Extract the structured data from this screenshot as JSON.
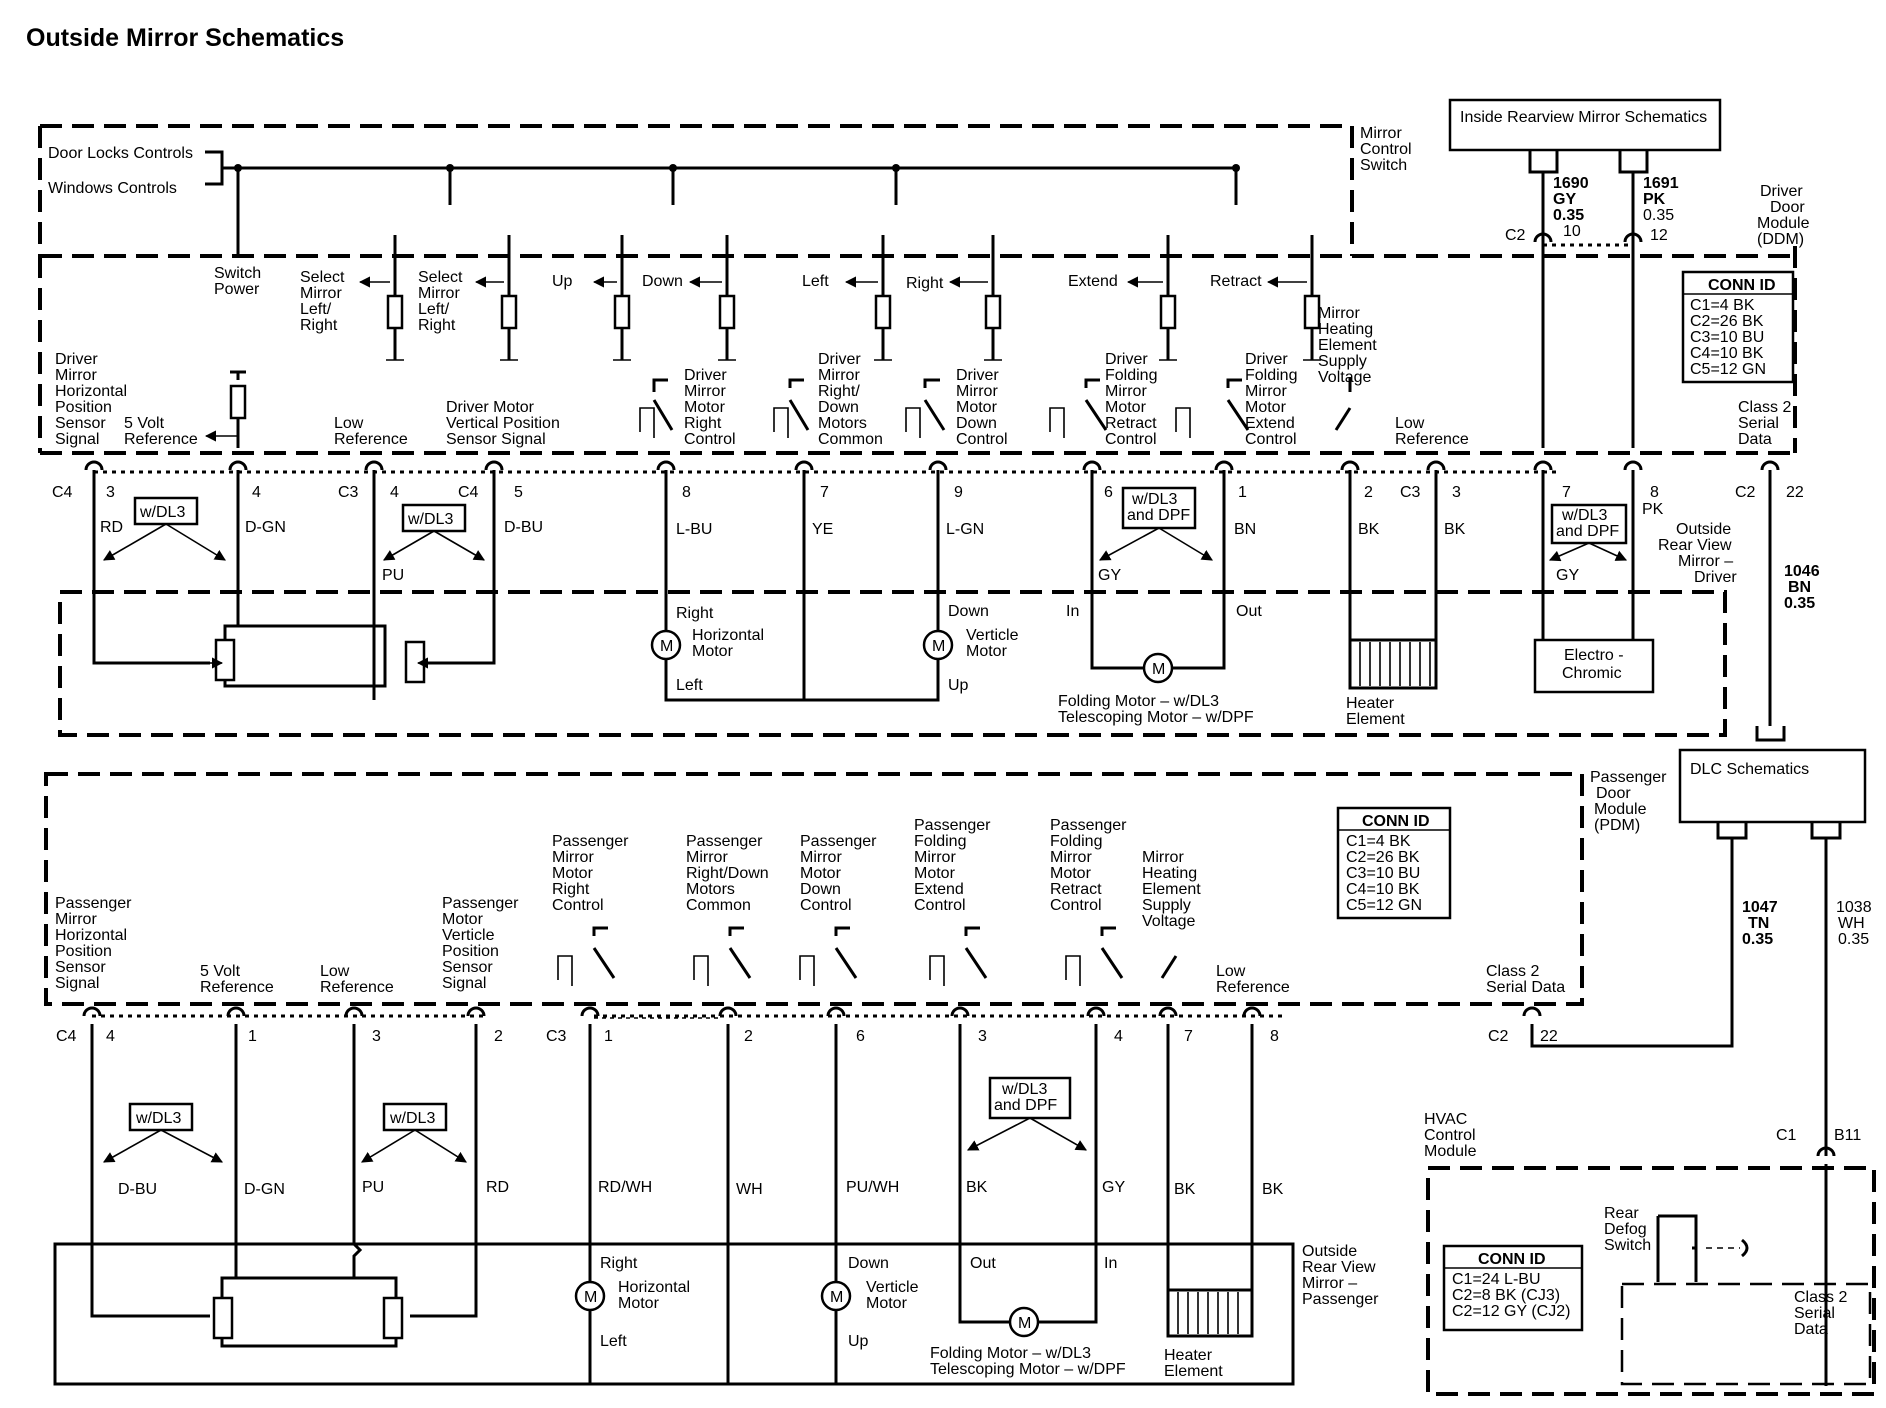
{
  "title": "Outside Mirror Schematics",
  "driver": {
    "controls": [
      "Door Locks Controls",
      "Windows Controls"
    ],
    "mirror_control_switch": [
      "Mirror",
      "Control",
      "Switch"
    ],
    "switch_power": [
      "Switch",
      "Power"
    ],
    "switch_labels": [
      [
        "Select",
        "Mirror",
        "Left/",
        "Right"
      ],
      [
        "Select",
        "Mirror",
        "Left/",
        "Right"
      ],
      [
        "Up"
      ],
      [
        "Down"
      ],
      [
        "Left"
      ],
      [
        "Right"
      ],
      [
        "Extend"
      ],
      [
        "Retract"
      ]
    ],
    "heating_supply": [
      "Mirror",
      "Heating",
      "Element",
      "Supply",
      "Voltage"
    ],
    "inside_rearview": "Inside Rearview Mirror Schematics",
    "ddm": [
      "Driver",
      "Door",
      "Module",
      "(DDM)"
    ],
    "conn_title": "CONN ID",
    "conn": [
      "C1=4 BK",
      "C2=26 BK",
      "C3=10 BU",
      "C4=10 BK",
      "C5=12 GN"
    ],
    "wires_top": {
      "w1": [
        "1690",
        "GY",
        "0.35",
        "10"
      ],
      "w2": [
        "1691",
        "PK",
        "0.35",
        "12"
      ],
      "c2": "C2"
    },
    "pin_labels": [
      [
        "Driver",
        "Mirror",
        "Horizontal",
        "Position",
        "Sensor",
        "Signal"
      ],
      [
        "5 Volt",
        "Reference"
      ],
      [
        "Low",
        "Reference"
      ],
      [
        "Driver Motor",
        "Vertical Position",
        "Sensor Signal"
      ],
      [
        "Driver",
        "Mirror",
        "Motor",
        "Right",
        "Control"
      ],
      [
        "Driver",
        "Mirror",
        "Right/",
        "Down",
        "Motors",
        "Common"
      ],
      [
        "Driver",
        "Mirror",
        "Motor",
        "Down",
        "Control"
      ],
      [
        "Driver",
        "Folding",
        "Mirror",
        "Motor",
        "Retract",
        "Control"
      ],
      [
        "Driver",
        "Folding",
        "Mirror",
        "Motor",
        "Extend",
        "Control"
      ],
      [
        "Low",
        "Reference"
      ],
      [
        "Class 2",
        "Serial",
        "Data"
      ]
    ],
    "connectors": [
      "C4",
      "C3",
      "C4",
      "C3",
      "C2"
    ],
    "pins": [
      "3",
      "4",
      "4",
      "5",
      "8",
      "7",
      "9",
      "6",
      "1",
      "2",
      "3",
      "7",
      "8",
      "22"
    ],
    "colors": [
      "RD",
      "D-GN",
      "PU",
      "D-BU",
      "L-BU",
      "YE",
      "L-GN",
      "GY",
      "BN",
      "BK",
      "BK",
      "GY",
      "PK"
    ],
    "options": [
      "w/DL3",
      "w/DL3",
      "w/DL3",
      "and DPF",
      "w/DL3",
      "and DPF"
    ],
    "mirror_label": [
      "Outside",
      "Rear View",
      "Mirror –",
      "Driver"
    ],
    "serial_wire": [
      "1046",
      "BN",
      "0.35"
    ],
    "motor_labels": [
      "Right",
      "Horizontal",
      "Motor",
      "Left",
      "Down",
      "Verticle",
      "Motor",
      "Up",
      "In",
      "Out"
    ],
    "folding": [
      "Folding Motor – w/DL3",
      "Telescoping Motor – w/DPF"
    ],
    "heater": [
      "Heater",
      "Element"
    ],
    "electro": [
      "Electro -",
      "Chromic"
    ]
  },
  "dlc": {
    "title": "DLC Schematics",
    "w1": [
      "1047",
      "TN",
      "0.35"
    ],
    "w2": [
      "1038",
      "WH",
      "0.35"
    ]
  },
  "passenger": {
    "pdm": [
      "Passenger",
      "Door",
      "Module",
      "(PDM)"
    ],
    "conn_title": "CONN ID",
    "conn": [
      "C1=4 BK",
      "C2=26 BK",
      "C3=10 BU",
      "C4=10 BK",
      "C5=12 GN"
    ],
    "pin_labels": [
      [
        "Passenger",
        "Mirror",
        "Horizontal",
        "Position",
        "Sensor",
        "Signal"
      ],
      [
        "5 Volt",
        "Reference"
      ],
      [
        "Low",
        "Reference"
      ],
      [
        "Passenger",
        "Motor",
        "Verticle",
        "Position",
        "Sensor",
        "Signal"
      ],
      [
        "Passenger",
        "Mirror",
        "Motor",
        "Right",
        "Control"
      ],
      [
        "Passenger",
        "Mirror",
        "Right/Down",
        "Motors",
        "Common"
      ],
      [
        "Passenger",
        "Mirror",
        "Motor",
        "Down",
        "Control"
      ],
      [
        "Passenger",
        "Folding",
        "Mirror",
        "Motor",
        "Extend",
        "Control"
      ],
      [
        "Passenger",
        "Folding",
        "Mirror",
        "Motor",
        "Retract",
        "Control"
      ],
      [
        "Mirror",
        "Heating",
        "Element",
        "Supply",
        "Voltage"
      ],
      [
        "Low",
        "Reference"
      ],
      [
        "Class 2",
        "Serial Data"
      ]
    ],
    "connectors": [
      "C4",
      "C3",
      "C2"
    ],
    "pins": [
      "4",
      "1",
      "3",
      "2",
      "1",
      "2",
      "6",
      "3",
      "4",
      "7",
      "8",
      "22"
    ],
    "colors": [
      "D-BU",
      "D-GN",
      "PU",
      "RD",
      "RD/WH",
      "WH",
      "PU/WH",
      "BK",
      "GY",
      "BK",
      "BK"
    ],
    "options": [
      "w/DL3",
      "w/DL3",
      "w/DL3",
      "and DPF"
    ],
    "mirror_label": [
      "Outside",
      "Rear View",
      "Mirror –",
      "Passenger"
    ],
    "motor_labels": [
      "Right",
      "Horizontal",
      "Motor",
      "Left",
      "Down",
      "Verticle",
      "Motor",
      "Up",
      "Out",
      "In"
    ],
    "folding": [
      "Folding Motor – w/DL3",
      "Telescoping Motor – w/DPF"
    ],
    "heater": [
      "Heater",
      "Element"
    ]
  },
  "hvac": {
    "label": [
      "HVAC",
      "Control",
      "Module"
    ],
    "conn_pin": [
      "C1",
      "B11"
    ],
    "conn_title": "CONN ID",
    "conn": [
      "C1=24 L-BU",
      "C2=8 BK (CJ3)",
      "C2=12 GY (CJ2)"
    ],
    "defog": [
      "Rear",
      "Defog",
      "Switch"
    ],
    "serial": [
      "Class 2",
      "Serial",
      "Data"
    ]
  }
}
